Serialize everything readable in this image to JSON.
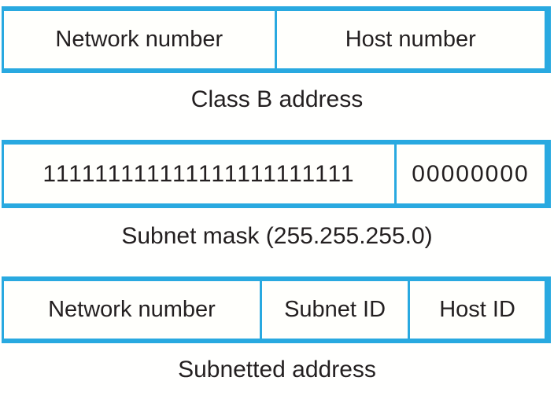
{
  "colors": {
    "accent": "#29a9e0",
    "text": "#231f20",
    "background": "#ffffff"
  },
  "diagram": {
    "rows": [
      {
        "caption": "Class B address",
        "cells": [
          {
            "label": "Network number"
          },
          {
            "label": "Host number"
          }
        ]
      },
      {
        "caption": "Subnet mask (255.255.255.0)",
        "cells": [
          {
            "label": "111111111111111111111111"
          },
          {
            "label": "00000000"
          }
        ]
      },
      {
        "caption": "Subnetted address",
        "cells": [
          {
            "label": "Network number"
          },
          {
            "label": "Subnet ID"
          },
          {
            "label": "Host ID"
          }
        ]
      }
    ]
  }
}
